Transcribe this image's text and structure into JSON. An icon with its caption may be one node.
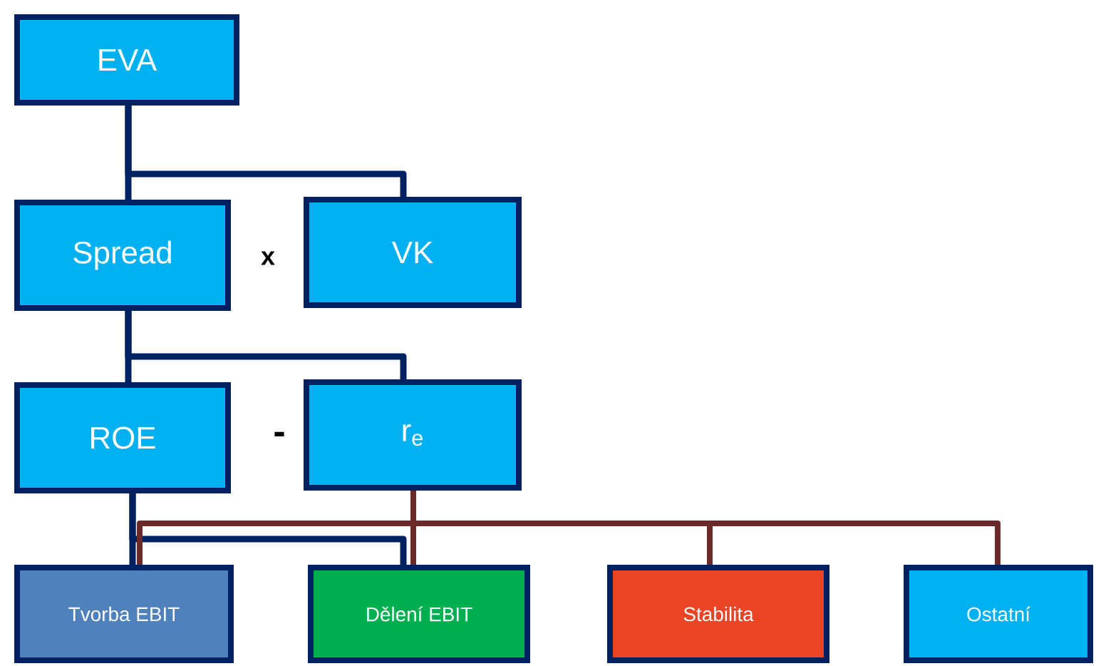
{
  "diagram": {
    "nodes": [
      {
        "text": [
          "EVA"
        ]
      },
      {
        "text": [
          "Spread"
        ]
      },
      {
        "text": [
          "VK"
        ]
      },
      {
        "text": [
          "ROE"
        ]
      },
      {
        "text": [
          "r$_{e}$"
        ]
      },
      {
        "text": [
          "Tvorba EBIT"
        ]
      },
      {
        "text": [
          "Dělení EBIT"
        ]
      },
      {
        "text": [
          "Stabilita"
        ]
      },
      {
        "text": [
          "Ostatní"
        ]
      }
    ],
    "edges": [
      {
        "from": 0,
        "to": 1,
        "arrow": "none"
      },
      {
        "from": 0,
        "to": 2,
        "arrow": "none"
      },
      {
        "from": 1,
        "to": 3,
        "arrow": "none"
      },
      {
        "from": 1,
        "to": 4,
        "arrow": "none"
      },
      {
        "from": 3,
        "to": 5,
        "arrow": "none"
      },
      {
        "from": 3,
        "to": 6,
        "arrow": "none"
      },
      {
        "from": 4,
        "to": 5,
        "arrow": "none",
        "color": "#6b2a2a"
      },
      {
        "from": 4,
        "to": 6,
        "arrow": "none",
        "color": "#6b2a2a"
      },
      {
        "from": 4,
        "to": 7,
        "arrow": "none",
        "color": "#6b2a2a"
      },
      {
        "from": 4,
        "to": 8,
        "arrow": "none",
        "color": "#6b2a2a"
      }
    ],
    "labels": [
      "x",
      "-"
    ]
  }
}
